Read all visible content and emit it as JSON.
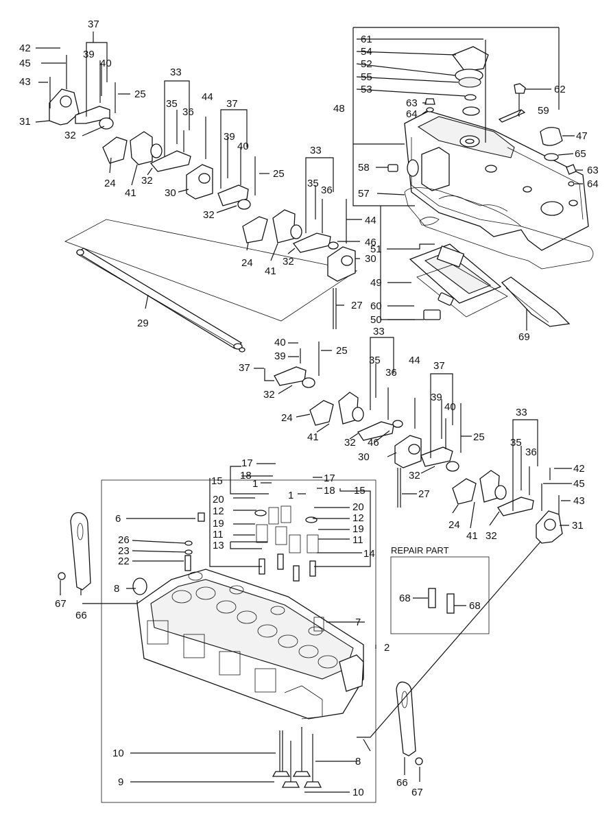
{
  "repair_part_label": "REPAIR PART",
  "part_numbers": [
    "1",
    "2",
    "6",
    "7",
    "8",
    "9",
    "10",
    "11",
    "12",
    "13",
    "14",
    "15",
    "17",
    "18",
    "19",
    "20",
    "22",
    "23",
    "24",
    "25",
    "26",
    "27",
    "29",
    "30",
    "31",
    "32",
    "33",
    "35",
    "36",
    "37",
    "39",
    "40",
    "41",
    "42",
    "43",
    "44",
    "45",
    "46",
    "47",
    "48",
    "49",
    "50",
    "51",
    "52",
    "53",
    "54",
    "55",
    "57",
    "58",
    "59",
    "60",
    "61",
    "62",
    "63",
    "64",
    "65",
    "66",
    "67",
    "68",
    "69"
  ]
}
